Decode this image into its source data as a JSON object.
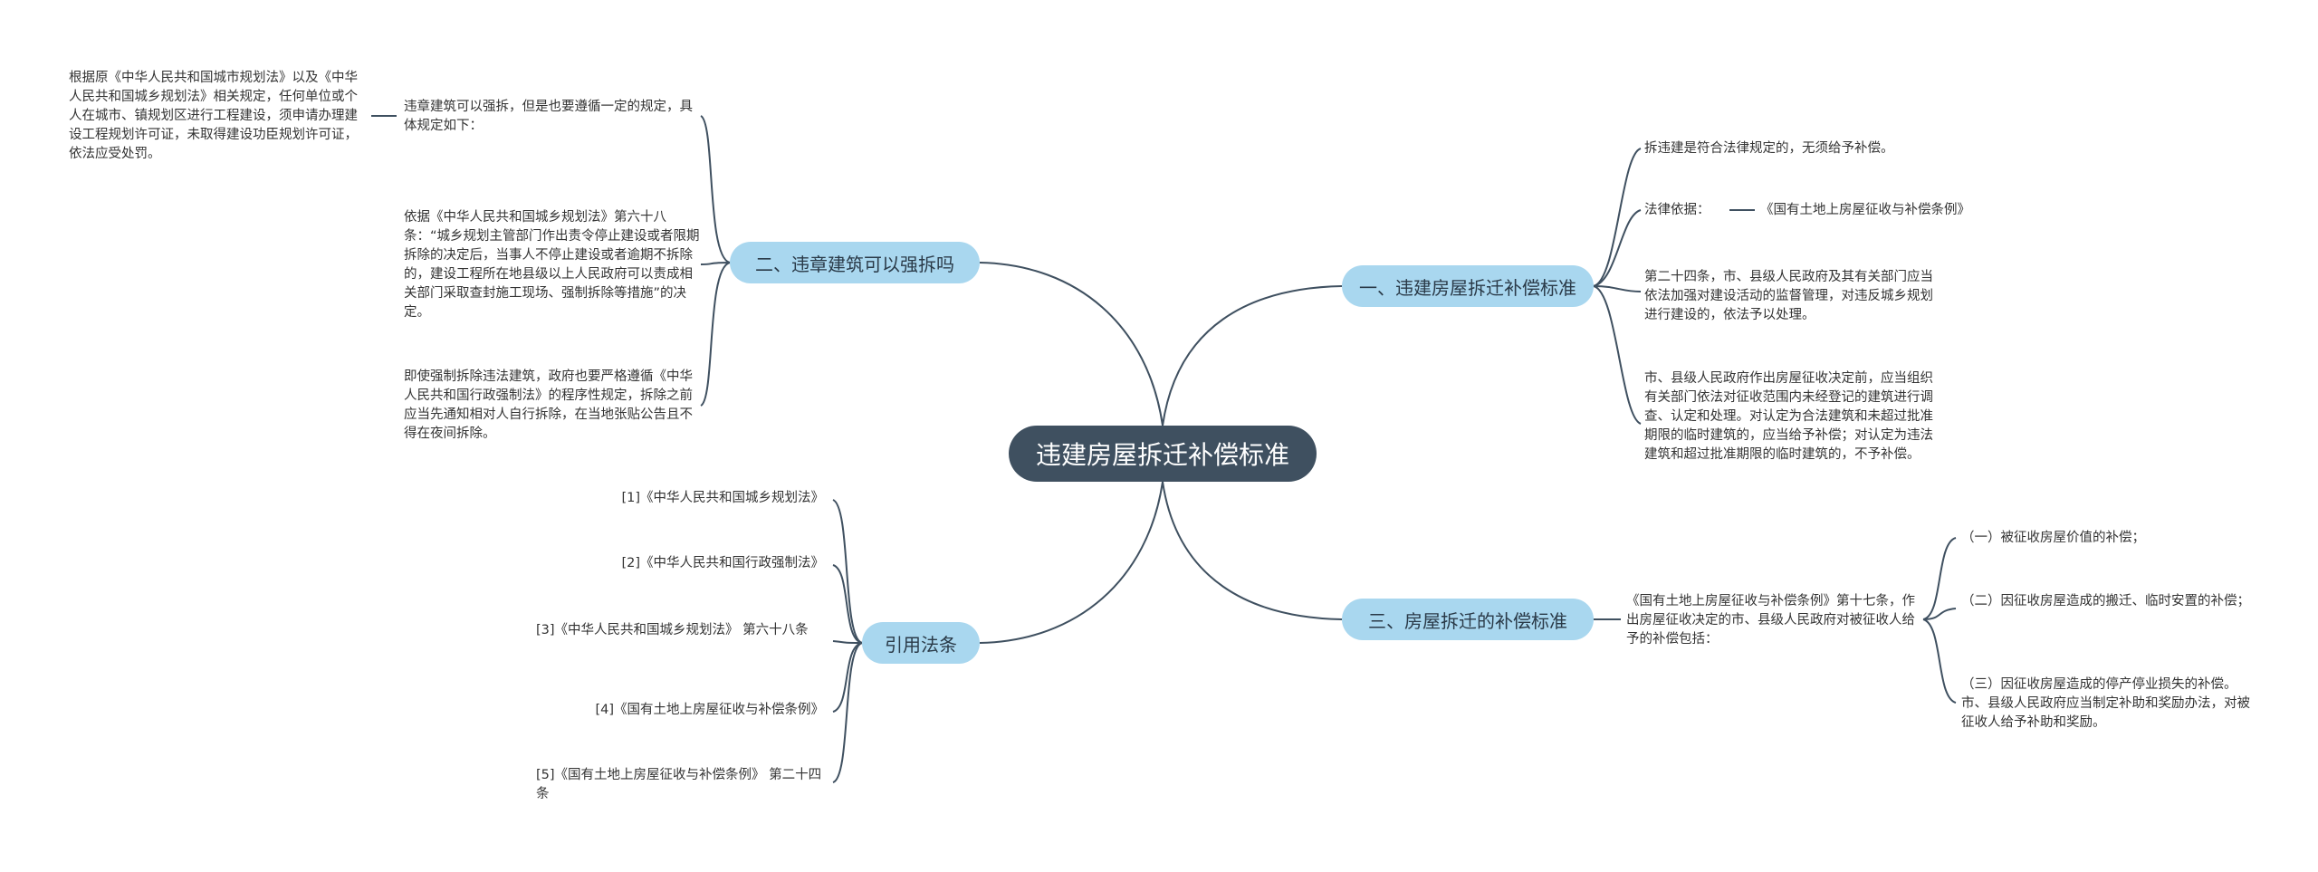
{
  "root": {
    "title": "违建房屋拆迁补偿标准"
  },
  "branches": {
    "b1": {
      "title": "一、违建房屋拆迁补偿标准",
      "items": [
        "拆违建是符合法律规定的，无须给予补偿。",
        "法律依据：",
        "《国有土地上房屋征收与补偿条例》",
        "第二十四条，市、县级人民政府及其有关部门应当依法加强对建设活动的监督管理，对违反城乡规划进行建设的，依法予以处理。",
        "市、县级人民政府作出房屋征收决定前，应当组织有关部门依法对征收范围内未经登记的建筑进行调查、认定和处理。对认定为合法建筑和未超过批准期限的临时建筑的，应当给予补偿；对认定为违法建筑和超过批准期限的临时建筑的，不予补偿。"
      ]
    },
    "b2": {
      "title": "二、违章建筑可以强拆吗",
      "items": [
        "违章建筑可以强拆，但是也要遵循一定的规定，具体规定如下：",
        "根据原《中华人民共和国城市规划法》以及《中华人民共和国城乡规划法》相关规定，任何单位或个人在城市、镇规划区进行工程建设，须申请办理建设工程规划许可证，未取得建设功臣规划许可证，依法应受处罚。",
        "依据《中华人民共和国城乡规划法》第六十八条：“城乡规划主管部门作出责令停止建设或者限期拆除的决定后，当事人不停止建设或者逾期不拆除的，建设工程所在地县级以上人民政府可以责成相关部门采取查封施工现场、强制拆除等措施”的决定。",
        "即使强制拆除违法建筑，政府也要严格遵循《中华人民共和国行政强制法》的程序性规定，拆除之前应当先通知相对人自行拆除，在当地张贴公告且不得在夜间拆除。"
      ]
    },
    "b3": {
      "title": "三、房屋拆迁的补偿标准",
      "items": [
        "《国有土地上房屋征收与补偿条例》第十七条，作出房屋征收决定的市、县级人民政府对被征收人给予的补偿包括：",
        "（一）被征收房屋价值的补偿；",
        "（二）因征收房屋造成的搬迁、临时安置的补偿；",
        "（三）因征收房屋造成的停产停业损失的补偿。市、县级人民政府应当制定补助和奖励办法，对被征收人给予补助和奖励。"
      ]
    },
    "b4": {
      "title": "引用法条",
      "items": [
        "[1]《中华人民共和国城乡规划法》",
        "[2]《中华人民共和国行政强制法》",
        "[3]《中华人民共和国城乡规划法》 第六十八条",
        "[4]《国有土地上房屋征收与补偿条例》",
        "[5]《国有土地上房屋征收与补偿条例》 第二十四条"
      ]
    }
  },
  "colors": {
    "root_bg": "#3f5060",
    "branch_bg": "#a9d7ef",
    "line": "#3f5060"
  }
}
